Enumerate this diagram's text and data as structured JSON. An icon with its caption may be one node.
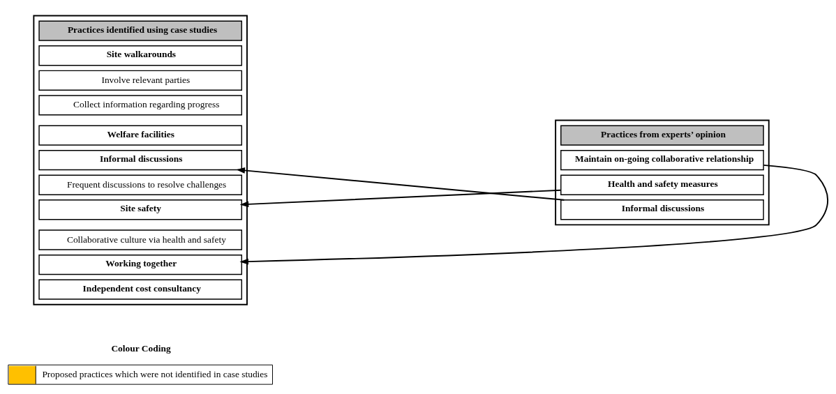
{
  "diagram": {
    "nodes": [
      {
        "text": [
          "Practices from experts’ opinion"
        ]
      },
      {
        "text": [
          "Maintain on-going collaborative relationship"
        ],
        "in": 0
      },
      {
        "text": [
          "Health and safety measures"
        ],
        "in": 0
      },
      {
        "text": [
          "Informal discussions"
        ],
        "in": 0
      },
      {
        "text": [
          "Practices identified using case studies"
        ]
      },
      {
        "text": [
          "Site walkarounds"
        ],
        "in": 4
      },
      {
        "text": [
          "Involve relevant parties"
        ],
        "in": 4
      },
      {
        "text": [
          "Collect information regarding progress"
        ],
        "in": 4
      },
      {
        "text": [
          "Welfare facilities"
        ],
        "in": 4
      },
      {
        "text": [
          "Informal discussions"
        ],
        "in": 4
      },
      {
        "text": [
          "Frequent discussions to resolve challenges"
        ],
        "in": 4
      },
      {
        "text": [
          "Site safety"
        ],
        "in": 4
      },
      {
        "text": [
          "Collaborative culture via health and safety"
        ],
        "in": 4
      },
      {
        "text": [
          "Working together"
        ],
        "in": 4
      },
      {
        "text": [
          "Independent cost consultancy"
        ],
        "in": 4
      }
    ],
    "edges": [
      {
        "from": 1,
        "to": 13,
        "arrow": "to"
      },
      {
        "from": 2,
        "to": 11,
        "arrow": "to"
      },
      {
        "from": 3,
        "to": 9,
        "arrow": "to"
      }
    ],
    "labels": [
      "Colour Coding"
    ],
    "legend": [
      {
        "text": "Proposed practices which were not identified in case studies",
        "color": "#ffc000"
      }
    ]
  }
}
